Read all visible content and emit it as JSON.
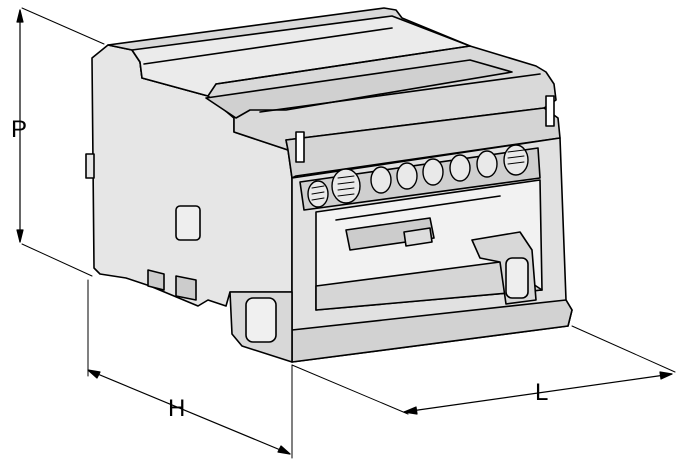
{
  "dimensions": {
    "depth_label": "P",
    "height_label": "H",
    "length_label": "L"
  },
  "colors": {
    "body_fill": "#dedede",
    "outline": "#000000",
    "background": "#ffffff"
  }
}
